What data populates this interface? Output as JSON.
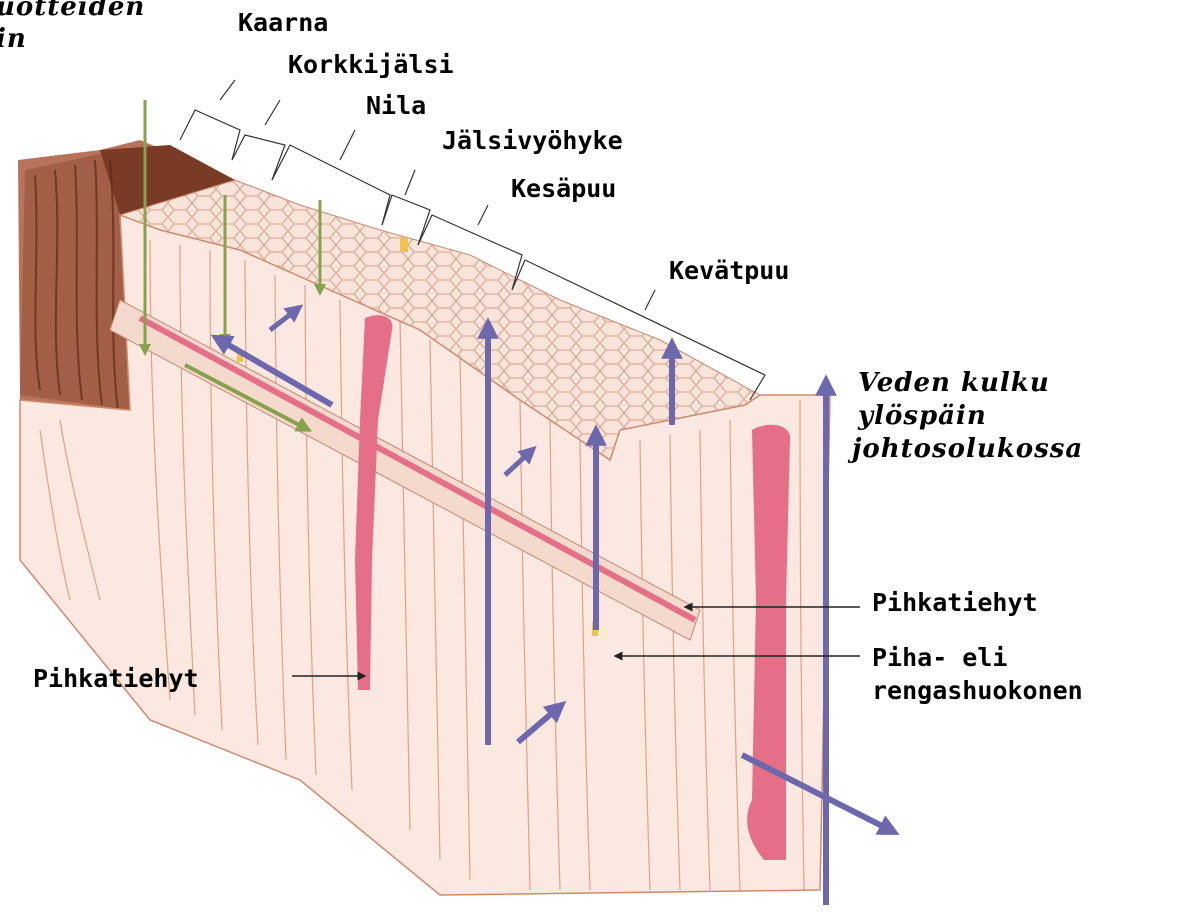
{
  "labels": {
    "top_left_line1": "uotteiden",
    "top_left_line2": "in",
    "kaarna": "Kaarna",
    "korkkijalsi": "Korkkijälsi",
    "nila": "Nila",
    "jalsivyohyke": "Jälsivyöhyke",
    "kesapuu": "Kesäpuu",
    "kevatpuu": "Kevätpuu",
    "water_line1": "Veden kulku",
    "water_line2": "ylöspäin",
    "water_line3": "johtosolukossa",
    "resin_duct_right": "Pihkatiehyt",
    "pit_line1": "Piha- eli",
    "pit_line2": "rengashuokonen",
    "resin_duct_left": "Pihkatiehyt"
  },
  "colors": {
    "wood_fill": "#fbe8e0",
    "grain_line": "#cf8a6e",
    "bark": "#8a4a32",
    "resin": "#e56f86",
    "water_arrow": "#6d67ad",
    "nutrient_arrow": "#86a24e",
    "pit_yellow": "#f2c24b"
  }
}
